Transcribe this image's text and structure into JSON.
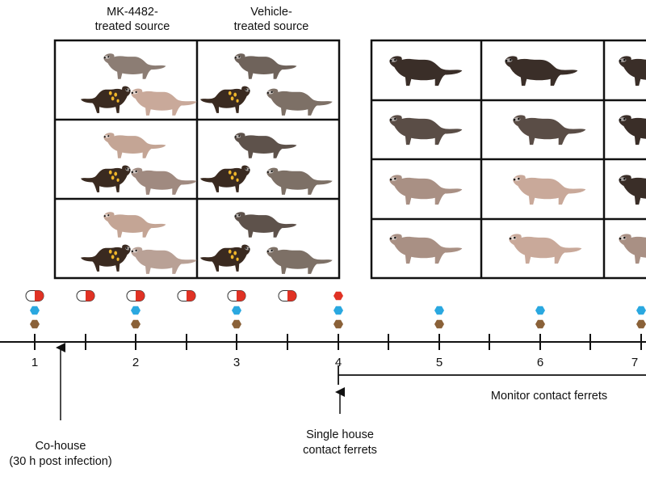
{
  "headers": {
    "mk4482": [
      "MK-4482-",
      "treated source"
    ],
    "vehicle": [
      "Vehicle-",
      "treated source"
    ]
  },
  "timeline": {
    "days": [
      "1",
      "2",
      "3",
      "4",
      "5",
      "6",
      "7"
    ]
  },
  "annotations": {
    "cohouse": [
      "Co-house",
      "(30 h post infection)"
    ],
    "single_house": [
      "Single house",
      "contact ferrets"
    ],
    "monitor": "Monitor contact ferrets"
  },
  "legend_icons": {
    "capsule": "red-white-capsule-icon",
    "red_dot": "red-hexagon-icon",
    "blue_dot": "blue-hexagon-icon",
    "brown_dot": "brown-hexagon-icon"
  },
  "colors": {
    "capsule_red": "#e03224",
    "blue_marker": "#2aa8e0",
    "brown_marker": "#8a6138",
    "ferret_dark": "#3a2a20",
    "ferret_grey": "#7d7066",
    "ferret_tan": "#c9a99a",
    "infection_dot": "#f0b62a"
  }
}
